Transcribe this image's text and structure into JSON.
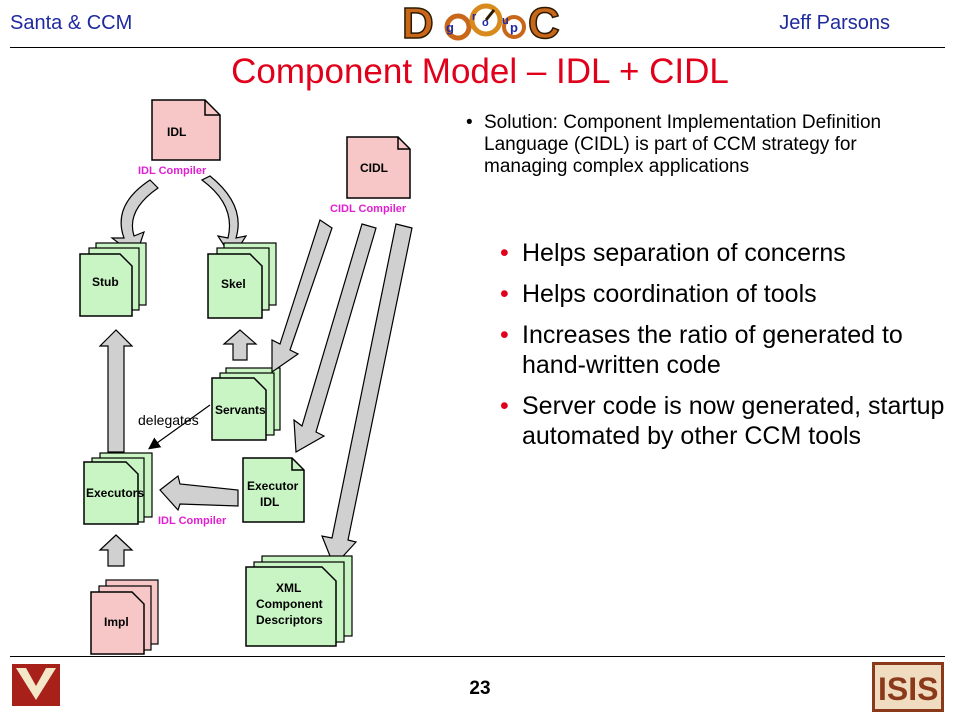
{
  "header": {
    "left": "Santa & CCM",
    "right": "Jeff Parsons",
    "logo_letters": [
      "D",
      "g",
      "r",
      "o",
      "u",
      "p",
      "C"
    ]
  },
  "title": "Component Model – IDL + CIDL",
  "solution_bullet": "Solution: Component Implementation Definition Language (CIDL) is part of CCM strategy for managing complex applications",
  "bullets": [
    "Helps separation of concerns",
    "Helps coordination of tools",
    "Increases the ratio of generated to hand-written code",
    "Server code is now generated, startup automated by other CCM tools"
  ],
  "diagram": {
    "idl": "IDL",
    "idl_compiler": "IDL Compiler",
    "cidl": "CIDL",
    "cidl_compiler": "CIDL Compiler",
    "stub": "Stub",
    "skel": "Skel",
    "servants": "Servants",
    "delegates": "delegates",
    "executors": "Executors",
    "executor_idl_1": "Executor",
    "executor_idl_2": "IDL",
    "idl_compiler_2": "IDL Compiler",
    "xml_1": "XML",
    "xml_2": "Component",
    "xml_3": "Descriptors",
    "impl": "Impl"
  },
  "footer": {
    "page_number": "23",
    "left_logo": "vanderbilt-logo",
    "right_logo": "isis-logo"
  },
  "colors": {
    "title": "#e0001b",
    "header": "#1f2a9e",
    "pink_doc": "#f7c6c6",
    "green_doc": "#c9f5c4",
    "compiler_label": "#e020d0",
    "arrow_fill": "#d0d0d0"
  }
}
